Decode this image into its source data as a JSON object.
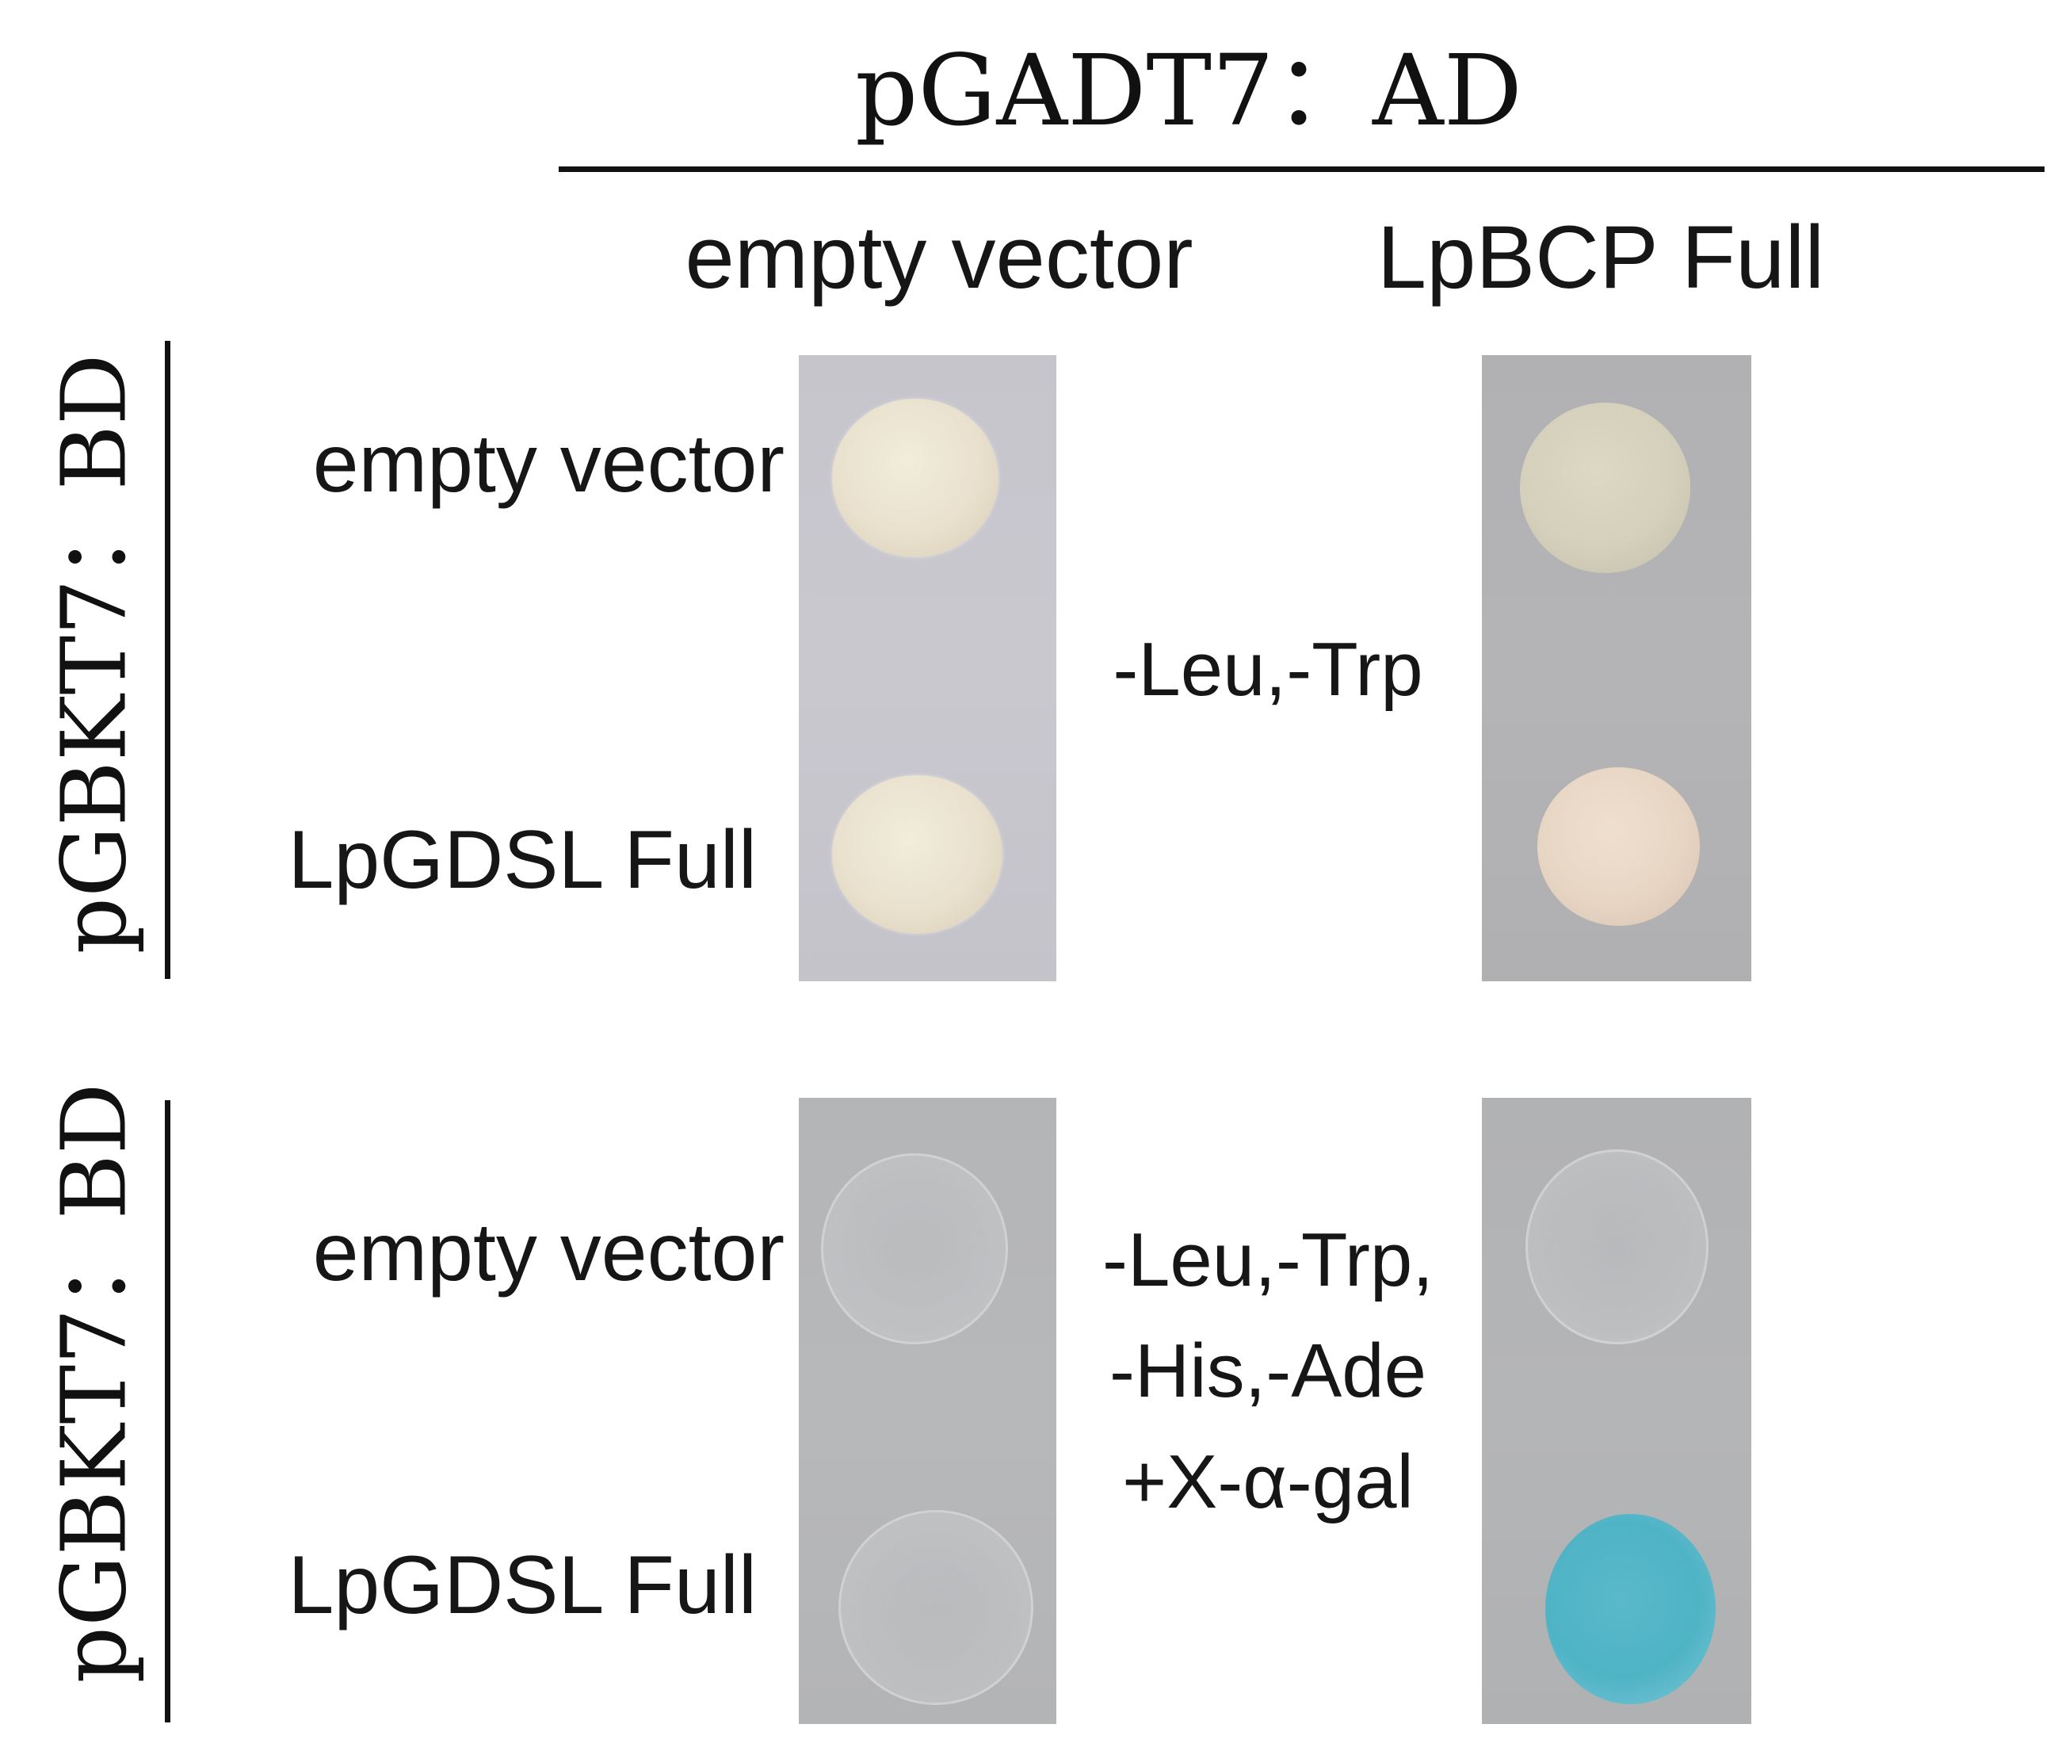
{
  "figure": {
    "top_header": "pGADT7：AD",
    "column_labels": [
      "empty vector",
      "LpBCP Full"
    ],
    "side_labels": [
      "pGBKT7：BD",
      "pGBKT7：BD"
    ],
    "row_labels_top": [
      "empty vector",
      "LpGDSL Full"
    ],
    "row_labels_bottom": [
      "empty vector",
      "LpGDSL Full"
    ],
    "medium_top": "-Leu,-Trp",
    "medium_bottom": [
      "-Leu,-Trp,",
      "-His,-Ade",
      "+X-α-gal"
    ]
  },
  "colors": {
    "colony_cream": "#e9e1cd",
    "colony_blue": "#4fb3c6",
    "plate_gray": "#b4b5b7",
    "plate_lavender": "#c8c7ce"
  }
}
